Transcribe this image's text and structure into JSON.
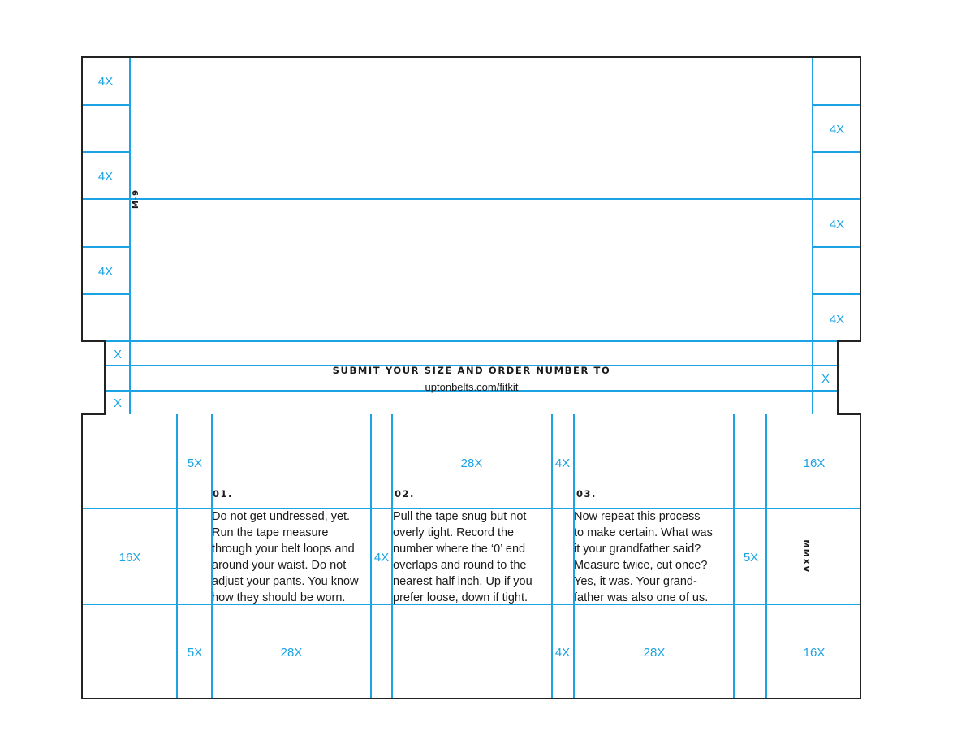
{
  "colors": {
    "guide": "#1ba3e3",
    "outline": "#222222",
    "text": "#1a1a1a"
  },
  "side_labels": {
    "left": [
      "4X",
      "4X",
      "4X"
    ],
    "right": [
      "4X",
      "4X",
      "4X"
    ]
  },
  "rotated_code": "M-9",
  "band": {
    "left_labels": [
      "X",
      "X"
    ],
    "right_label": "X",
    "heading": "SUBMIT YOUR SIZE AND ORDER NUMBER TO",
    "url": "uptonbelts.com/fitkit"
  },
  "top_row": {
    "left_narrow": "5X",
    "middle_wide": "28X",
    "middle_narrow": "4X",
    "right": "16X"
  },
  "middle_row": {
    "left": "16X",
    "gap_1": "4X",
    "narrow_right": "5X",
    "vertical_mark": "MMXV"
  },
  "bottom_row": {
    "left_narrow": "5X",
    "wide_1": "28X",
    "narrow_mid": "4X",
    "wide_2": "28X",
    "right": "16X"
  },
  "steps": [
    {
      "number": "01.",
      "lines": [
        "Do not get undressed, yet.",
        "Run the tape measure",
        "through your belt loops and",
        "around your waist. Do not",
        "adjust your pants. You know",
        "how they should be worn."
      ]
    },
    {
      "number": "02.",
      "lines": [
        "Pull the tape snug but not",
        "overly tight. Record the",
        "number where the ‘0’ end",
        "overlaps and round to the",
        "nearest half inch. Up if you",
        "prefer loose, down if tight."
      ]
    },
    {
      "number": "03.",
      "lines": [
        "Now repeat this process",
        "to make certain. What was",
        "it your grandfather said?",
        "Measure twice, cut once?",
        "Yes, it was. Your grand-",
        "father was also one of us."
      ]
    }
  ]
}
